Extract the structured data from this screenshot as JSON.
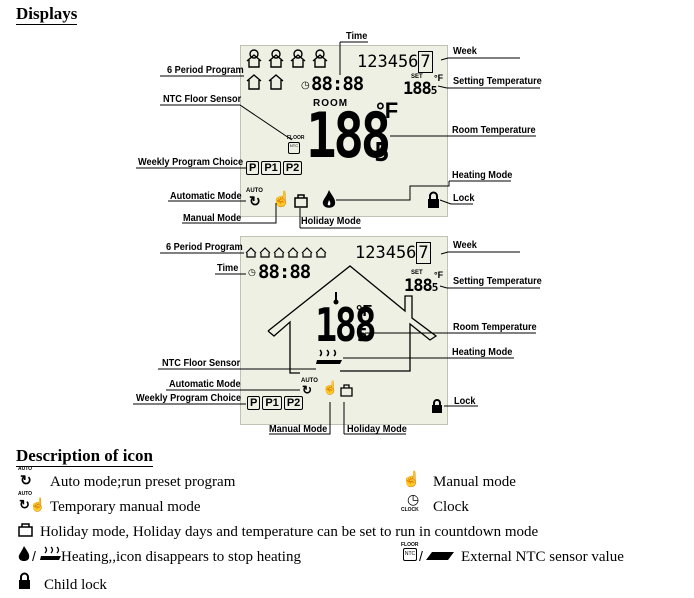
{
  "section_displays": "Displays",
  "section_description": "Description of icon",
  "panel1": {
    "time": "Time",
    "week": "Week",
    "six_period": "6 Period Program",
    "setting_temp": "Setting Temperature",
    "ntc_floor": "NTC Floor Sensor",
    "room_temp": "Room Temperature",
    "weekly_choice": "Weekly Program Choice",
    "heating_mode": "Heating Mode",
    "automatic_mode": "Automatic Mode",
    "lock": "Lock",
    "manual_mode": "Manual Mode",
    "holiday_mode": "Holiday Mode",
    "room_word": "ROOM",
    "week_digits": "123456",
    "week_boxed": "7",
    "clock_digits": "88:88",
    "set_word": "SET",
    "set_value": "188",
    "set_decimal": "5",
    "main_value": "188",
    "main_decimal": "5",
    "unit": "°F",
    "floor_word": "FLOOR",
    "ntc_word": "NTC",
    "auto_word": "AUTO",
    "p_labels": [
      "P",
      "P1",
      "P2"
    ]
  },
  "panel2": {
    "six_period": "6 Period Program",
    "week": "Week",
    "time": "Time",
    "setting_temp": "Setting Temperature",
    "room_temp": "Room Temperature",
    "heating_mode": "Heating Mode",
    "ntc_floor": "NTC Floor Sensor",
    "automatic_mode": "Automatic Mode",
    "weekly_choice": "Weekly Program Choice",
    "lock": "Lock",
    "manual_mode": "Manual Mode",
    "holiday_mode": "Holiday Mode",
    "week_digits": "123456",
    "week_boxed": "7",
    "clock_digits": "88:88",
    "set_word": "SET",
    "set_value": "188",
    "set_decimal": "5",
    "main_value": "188",
    "main_decimal": "5",
    "unit": "°F",
    "auto_word": "AUTO"
  },
  "icons": [
    {
      "icon": "auto-mode-icon",
      "text": "Auto mode;run preset program"
    },
    {
      "icon": "manual-mode-icon",
      "text": "Manual mode"
    },
    {
      "icon": "temporary-manual-icon",
      "text": "Temporary manual mode"
    },
    {
      "icon": "clock-icon",
      "text": "Clock"
    },
    {
      "icon": "holiday-icon",
      "text": "Holiday mode, Holiday days and temperature can be set to run in countdown mode"
    },
    {
      "icon": "heating-icon",
      "text": "Heating,,icon disappears to stop heating"
    },
    {
      "icon": "ntc-icon",
      "text": "External NTC sensor value"
    },
    {
      "icon": "lock-icon",
      "text": "Child lock"
    }
  ],
  "icon_words": {
    "auto": "AUTO",
    "clock": "CLOCK",
    "floor": "FLOOR",
    "ntc": "NTC"
  }
}
